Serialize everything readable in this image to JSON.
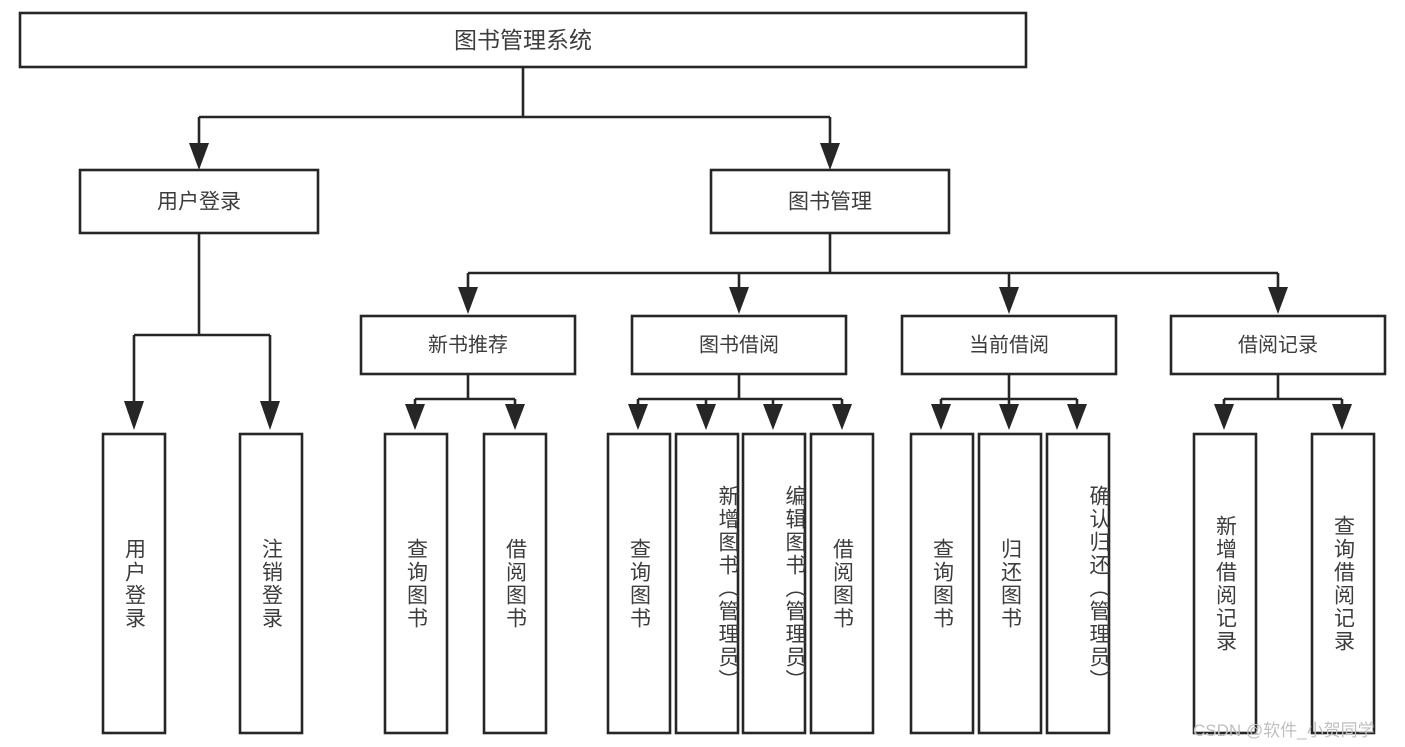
{
  "diagram": {
    "type": "tree",
    "title": "图书管理系统",
    "root": {
      "label": "图书管理系统"
    },
    "level1": [
      {
        "label": "用户登录"
      },
      {
        "label": "图书管理"
      }
    ],
    "level2": [
      {
        "label": "新书推荐"
      },
      {
        "label": "图书借阅"
      },
      {
        "label": "当前借阅"
      },
      {
        "label": "借阅记录"
      }
    ],
    "leaves": {
      "user_login": [
        {
          "label": "用户登录"
        },
        {
          "label": "注销登录"
        }
      ],
      "new_book_recommend": [
        {
          "label": "查询图书"
        },
        {
          "label": "借阅图书"
        }
      ],
      "book_borrow": [
        {
          "label": "查询图书"
        },
        {
          "label": "新增图书（管理员）"
        },
        {
          "label": "编辑图书（管理员）"
        },
        {
          "label": "借阅图书"
        }
      ],
      "current_borrow": [
        {
          "label": "查询图书"
        },
        {
          "label": "归还图书"
        },
        {
          "label": "确认归还（管理员）"
        }
      ],
      "borrow_record": [
        {
          "label": "新增借阅记录"
        },
        {
          "label": "查询借阅记录"
        }
      ]
    }
  },
  "watermark": {
    "text": "CSDN @软件_小贺同学"
  },
  "colors": {
    "box_stroke": "#262626",
    "box_fill": "#ffffff",
    "text": "#3d3d3d",
    "watermark": "#bfbfbf",
    "background": "#ffffff"
  }
}
